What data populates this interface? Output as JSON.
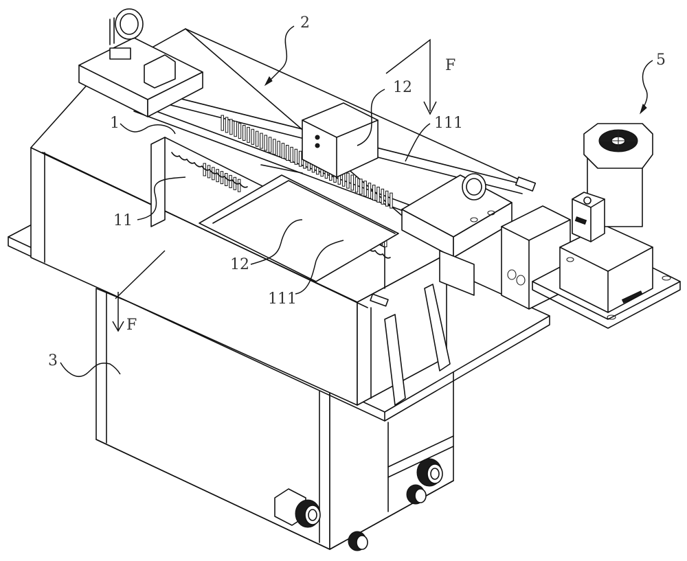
{
  "figure": {
    "type": "patent mechanical drawing (isometric view)",
    "labels": [
      {
        "id": "label-2",
        "text": "2",
        "refers_to": "frame / rail assembly"
      },
      {
        "id": "label-F-top",
        "text": "F",
        "refers_to": "section direction arrow"
      },
      {
        "id": "label-12-top",
        "text": "12"
      },
      {
        "id": "label-111-top",
        "text": "111"
      },
      {
        "id": "label-5",
        "text": "5",
        "refers_to": "motor drive unit"
      },
      {
        "id": "label-1",
        "text": "1"
      },
      {
        "id": "label-11",
        "text": "11"
      },
      {
        "id": "label-12-mid",
        "text": "12"
      },
      {
        "id": "label-111-mid",
        "text": "111"
      },
      {
        "id": "label-F-bottom",
        "text": "F",
        "refers_to": "section direction arrow"
      },
      {
        "id": "label-3",
        "text": "3",
        "refers_to": "tank / box body"
      }
    ]
  }
}
